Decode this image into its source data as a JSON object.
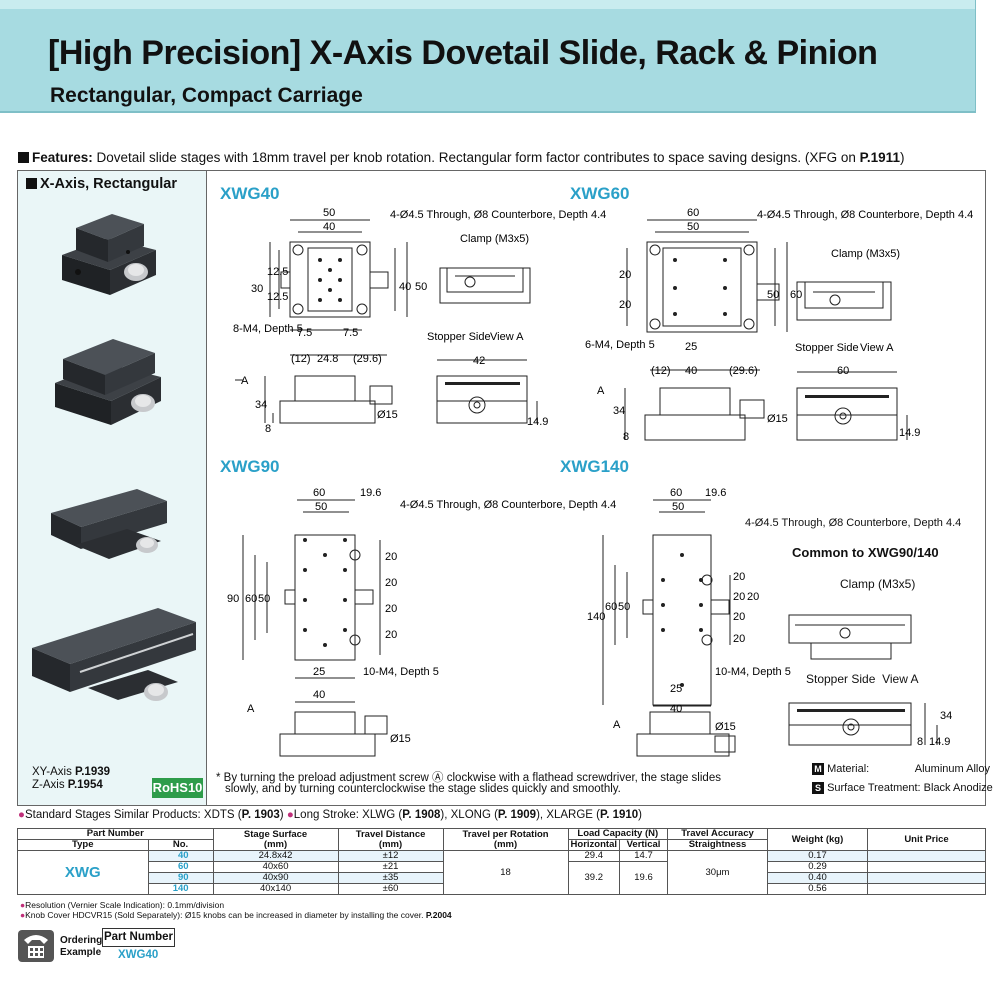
{
  "header": {
    "title": "[High Precision] X-Axis Dovetail Slide, Rack & Pinion",
    "subtitle": "Rectangular, Compact Carriage"
  },
  "features": {
    "label": "Features:",
    "text": " Dovetail slide stages with 18mm travel per knob rotation. Rectangular form factor contributes to space saving designs. (XFG on ",
    "page": "P.1911",
    "close": ")"
  },
  "left_panel": {
    "label": "X-Axis, Rectangular",
    "refs": [
      {
        "label": "XY-Axis ",
        "page": "P.1939"
      },
      {
        "label": "Z-Axis ",
        "page": "P.1954"
      }
    ],
    "rohs": "RoHS10"
  },
  "models": {
    "xwg40": {
      "title": "XWG40",
      "dims": [
        "50",
        "40",
        "30",
        "12.5",
        "12.5",
        "40",
        "50",
        "7.5",
        "7.5",
        "(12)",
        "24.8",
        "(29.6)",
        "42",
        "34",
        "8",
        "Ø15",
        "14.9"
      ],
      "hole_note": "4-Ø4.5 Through, Ø8 Counterbore, Depth 4.4",
      "tap_note": "8-M4, Depth 5",
      "clamp": "Clamp (M3x5)",
      "stopper": "Stopper Side",
      "view": "View A",
      "a": "A"
    },
    "xwg60": {
      "title": "XWG60",
      "dims": [
        "60",
        "50",
        "20",
        "20",
        "50",
        "60",
        "25",
        "(12)",
        "40",
        "(29.6)",
        "60",
        "34",
        "8",
        "Ø15",
        "14.9"
      ],
      "hole_note": "4-Ø4.5 Through, Ø8 Counterbore, Depth 4.4",
      "tap_note": "6-M4, Depth 5",
      "clamp": "Clamp (M3x5)",
      "stopper": "Stopper Side",
      "view": "View A",
      "a": "A"
    },
    "xwg90": {
      "title": "XWG90",
      "dims": [
        "60",
        "19.6",
        "50",
        "90",
        "60",
        "50",
        "20",
        "20",
        "20",
        "20",
        "25",
        "40",
        "Ø15"
      ],
      "hole_note": "4-Ø4.5 Through, Ø8 Counterbore, Depth 4.4",
      "tap_note": "10-M4, Depth 5",
      "a": "A"
    },
    "xwg140": {
      "title": "XWG140",
      "dims": [
        "60",
        "19.6",
        "50",
        "140",
        "60",
        "50",
        "20",
        "20",
        "20",
        "20",
        "20",
        "25",
        "40",
        "Ø15"
      ],
      "hole_note": "4-Ø4.5 Through, Ø8 Counterbore, Depth 4.4",
      "tap_note": "10-M4, Depth 5",
      "a": "A"
    },
    "common": {
      "title": "Common to XWG90/140",
      "clamp": "Clamp (M3x5)",
      "stopper": "Stopper Side",
      "view": "View A",
      "dims": [
        "34",
        "8",
        "14.9"
      ]
    }
  },
  "note": {
    "line1": "* By turning the preload adjustment screw Ⓐ clockwise with a flathead screwdriver, the stage slides",
    "line2": "slowly, and by turning counterclockwise the stage slides quickly and smoothly."
  },
  "material": {
    "m_key": "Material:",
    "m_val": "Aluminum Alloy",
    "s_key": "Surface Treatment: Black Anodize"
  },
  "similar": {
    "text": "Standard Stages Similar Products: XDTS (",
    "p1": "P. 1903",
    "text2": ") ",
    "long": "Long Stroke: XLWG (",
    "p2": "P. 1908",
    "t3": "), XLONG (",
    "p3": "P. 1909",
    "t4": "), XLARGE (",
    "p4": "P. 1910",
    "t5": ")"
  },
  "table": {
    "headers": {
      "part_number": "Part Number",
      "type": "Type",
      "no": "No.",
      "stage_surface": "Stage Surface",
      "travel_distance": "Travel Distance",
      "travel_per_rotation": "Travel per Rotation",
      "mm": "(mm)",
      "load_capacity": "Load Capacity (N)",
      "horizontal": "Horizontal",
      "vertical": "Vertical",
      "travel_accuracy": "Travel Accuracy",
      "straightness": "Straightness",
      "weight": "Weight (kg)",
      "unit_price": "Unit Price"
    },
    "type": "XWG",
    "rows": [
      {
        "no": "40",
        "surface": "24.8x42",
        "travel": "±12",
        "weight": "0.17"
      },
      {
        "no": "60",
        "surface": "40x60",
        "travel": "±21",
        "weight": "0.29"
      },
      {
        "no": "90",
        "surface": "40x90",
        "travel": "±35",
        "weight": "0.40"
      },
      {
        "no": "140",
        "surface": "40x140",
        "travel": "±60",
        "weight": "0.56"
      }
    ],
    "per_rotation": "18",
    "load_40_h": "29.4",
    "load_40_v": "14.7",
    "load_rest_h": "39.2",
    "load_rest_v": "19.6",
    "straightness": "30μm"
  },
  "footnotes": {
    "f1": "Resolution (Vernier Scale Indication): 0.1mm/division",
    "f2": "Knob Cover HDCVR15 (Sold Separately): Ø15 knobs can be increased in diameter by installing the cover.",
    "f2_page": "P.2004"
  },
  "ordering": {
    "label1": "Ordering",
    "label2": "Example",
    "pn_label": "Part Number",
    "pn": "XWG40"
  }
}
